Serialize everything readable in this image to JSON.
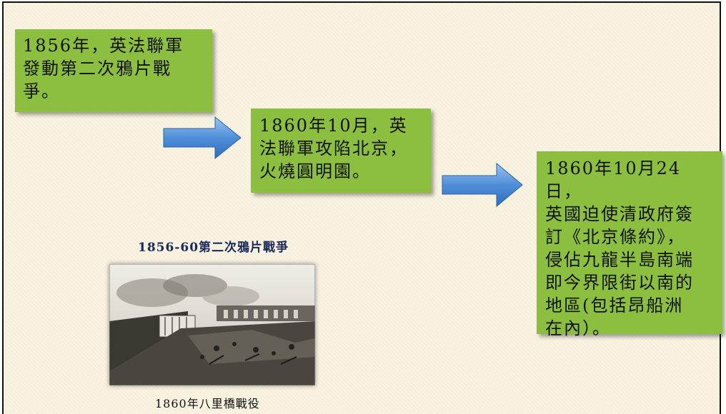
{
  "timeline": {
    "event1": "1856年，英法聯軍\n發動第二次鴉片戰\n爭。",
    "event2": "1860年10月，英\n法聯軍攻陷北京，\n火燒圓明園。",
    "event3": "1860年10月24日，\n英國迫使清政府簽\n訂《北京條約》，\n侵佔九龍半島南端\n即今界限街以南的\n地區(包括昂船洲\n在內）。"
  },
  "photo": {
    "title": "1856-60第二次鴉片戰爭",
    "caption": "1860年八里橋戰役"
  },
  "colors": {
    "box_green": "#8cbe3f",
    "arrow_blue": "#4a8ad4",
    "background": "#f6f0dd"
  }
}
